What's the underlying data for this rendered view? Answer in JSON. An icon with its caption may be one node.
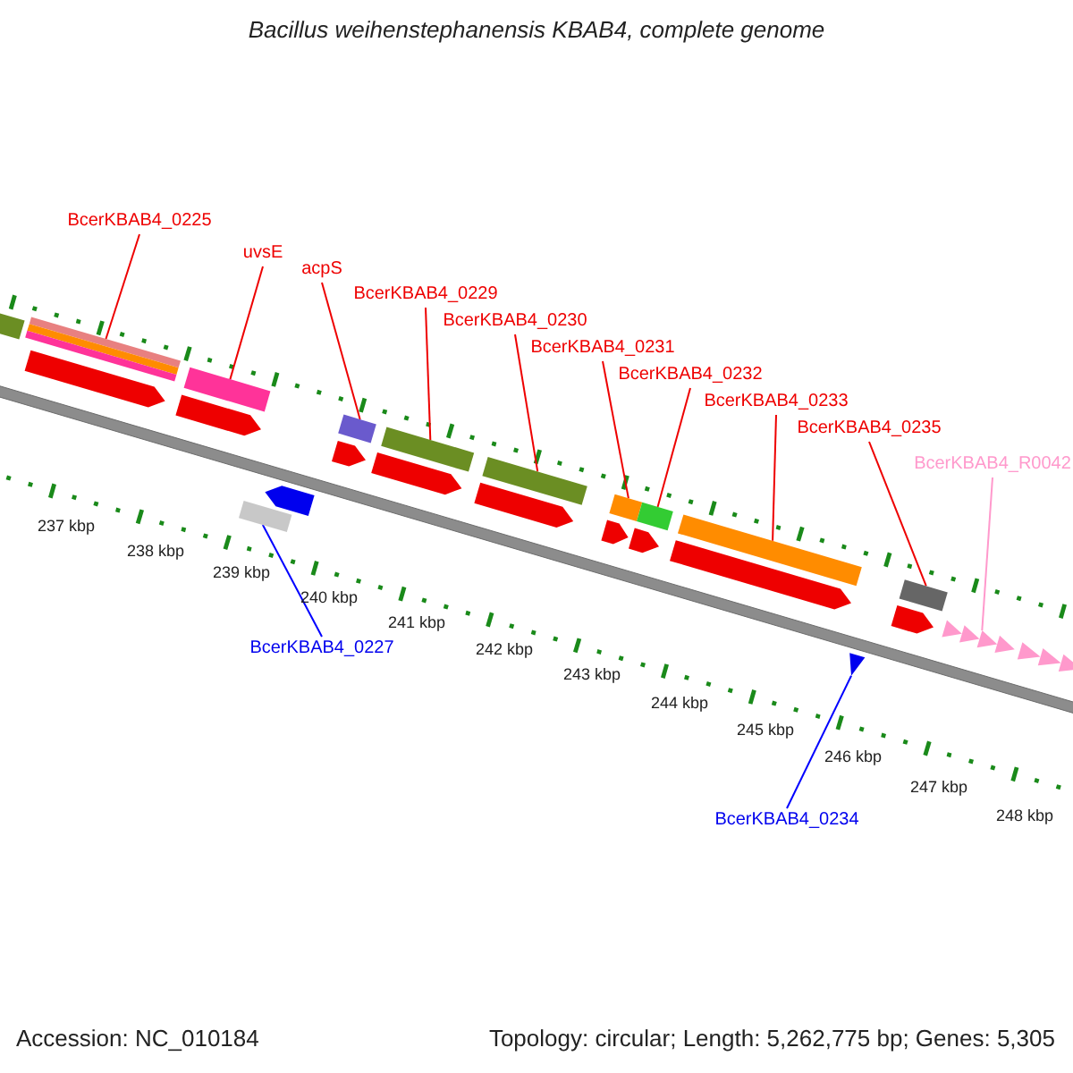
{
  "diagram": {
    "title": "Bacillus weihenstephanensis KBAB4, complete genome",
    "nodes": [
      {
        "text": [
          "BcerKBAB4_0225"
        ]
      },
      {
        "text": [
          "uvsE"
        ]
      },
      {
        "text": [
          "acpS"
        ]
      },
      {
        "text": [
          "BcerKBAB4_0229"
        ]
      },
      {
        "text": [
          "BcerKBAB4_0230"
        ]
      },
      {
        "text": [
          "BcerKBAB4_0231"
        ]
      },
      {
        "text": [
          "BcerKBAB4_0232"
        ]
      },
      {
        "text": [
          "BcerKBAB4_0233"
        ]
      },
      {
        "text": [
          "BcerKBAB4_0235"
        ]
      },
      {
        "text": [
          "BcerKBAB4_R0042"
        ]
      },
      {
        "text": [
          "BcerKBAB4_0227"
        ]
      },
      {
        "text": [
          "BcerKBAB4_0234"
        ]
      },
      {
        "text": [],
        "shape": "bar"
      },
      {
        "text": [],
        "shape": "bar"
      },
      {
        "text": [],
        "shape": "bar"
      },
      {
        "text": [],
        "shape": "bar"
      },
      {
        "text": [],
        "shape": "bar"
      },
      {
        "text": [],
        "shape": "bar"
      },
      {
        "text": [],
        "shape": "bar"
      },
      {
        "text": [],
        "shape": "bar"
      },
      {
        "text": [],
        "shape": "bar"
      },
      {
        "text": [],
        "shape": "triangle"
      },
      {
        "text": [],
        "shape": "bar"
      },
      {
        "text": [],
        "shape": "arrow"
      },
      {
        "text": [],
        "shape": "bar"
      },
      {
        "text": [],
        "shape": "arrow"
      },
      {
        "text": [],
        "shape": "arrow"
      },
      {
        "text": [],
        "shape": "arrow"
      },
      {
        "text": [],
        "shape": "arrow"
      },
      {
        "text": [],
        "shape": "arrow"
      },
      {
        "text": [],
        "shape": "arrow"
      },
      {
        "text": [],
        "shape": "arrow"
      },
      {
        "text": [],
        "shape": "arrow"
      },
      {
        "text": [],
        "shape": "arrow"
      },
      {
        "text": [],
        "shape": "arrow"
      }
    ],
    "edges": [
      {
        "from": 0,
        "to": 12,
        "arrow": "none"
      },
      {
        "from": 1,
        "to": 13,
        "arrow": "none"
      },
      {
        "from": 2,
        "to": 15,
        "arrow": "none"
      },
      {
        "from": 3,
        "to": 16,
        "arrow": "none"
      },
      {
        "from": 4,
        "to": 17,
        "arrow": "none"
      },
      {
        "from": 5,
        "to": 18,
        "arrow": "none"
      },
      {
        "from": 6,
        "to": 19,
        "arrow": "none"
      },
      {
        "from": 7,
        "to": 20,
        "arrow": "none"
      },
      {
        "from": 8,
        "to": 22,
        "arrow": "none"
      },
      {
        "from": 9,
        "to": 23,
        "arrow": "none",
        "color": "#ff99cc"
      },
      {
        "from": 10,
        "to": 14,
        "arrow": "none",
        "color": "#0000ff"
      },
      {
        "from": 11,
        "to": 21,
        "arrow": "none",
        "color": "#0000ff"
      }
    ],
    "labels": [
      "237 kbp",
      "238 kbp",
      "239 kbp",
      "240 kbp",
      "241 kbp",
      "242 kbp",
      "243 kbp",
      "244 kbp",
      "245 kbp",
      "246 kbp",
      "247 kbp",
      "248 kbp",
      "Accession: NC_010184",
      "Topology: circular; Length: 5,262,775 bp; Genes: 5,305"
    ]
  }
}
